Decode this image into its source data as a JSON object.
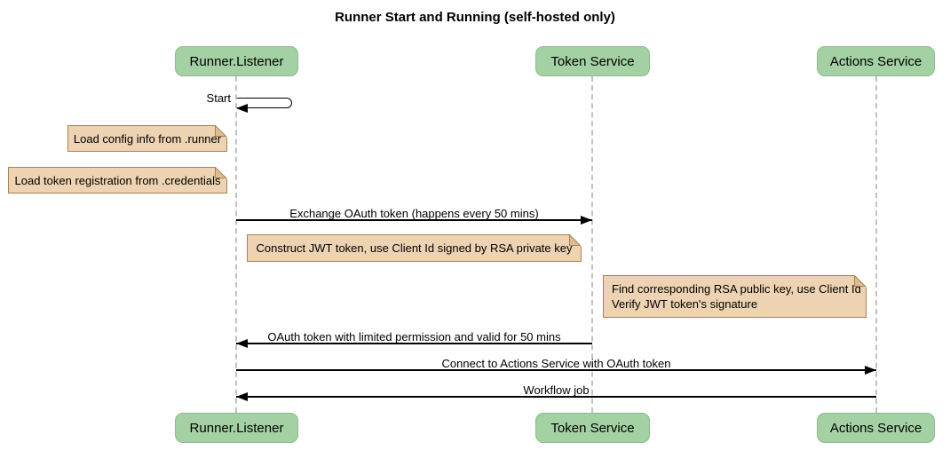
{
  "title": "Runner Start and Running (self-hosted only)",
  "actors": [
    {
      "name": "Runner.Listener"
    },
    {
      "name": "Token Service"
    },
    {
      "name": "Actions Service"
    }
  ],
  "messages": [
    {
      "label": "Start",
      "from": "Runner.Listener",
      "to": "Runner.Listener",
      "type": "self"
    },
    {
      "label": "Exchange OAuth token (happens every 50 mins)",
      "from": "Runner.Listener",
      "to": "Token Service",
      "type": "solid-arrow"
    },
    {
      "label": "OAuth token with limited permission and valid for 50 mins",
      "from": "Token Service",
      "to": "Runner.Listener",
      "type": "solid-arrow"
    },
    {
      "label": "Connect to Actions Service with OAuth token",
      "from": "Runner.Listener",
      "to": "Actions Service",
      "type": "solid-arrow"
    },
    {
      "label": "Workflow job",
      "from": "Actions Service",
      "to": "Runner.Listener",
      "type": "solid-arrow"
    }
  ],
  "notes": [
    {
      "text": "Load config info from .runner",
      "position": "left of Runner.Listener"
    },
    {
      "text": "Load token registration from .credentials",
      "position": "left of Runner.Listener"
    },
    {
      "text": "Construct JWT token, use Client Id signed by RSA private key",
      "position": "between Runner.Listener and Token Service"
    },
    {
      "lines": [
        "Find corresponding RSA public key, use Client Id",
        "Verify JWT token's signature"
      ],
      "position": "left of Actions Service"
    }
  ],
  "colors": {
    "bg": "#FFFFFF",
    "text": "#000000",
    "actor_fill": "#A3D1A3",
    "actor_border": "#8CBA8C",
    "note_fill": "#EDD3B1",
    "note_border": "#A9824D",
    "note_flap": "#DCBE94",
    "lifeline": "#C2C2C2",
    "arrow": "#000000"
  }
}
